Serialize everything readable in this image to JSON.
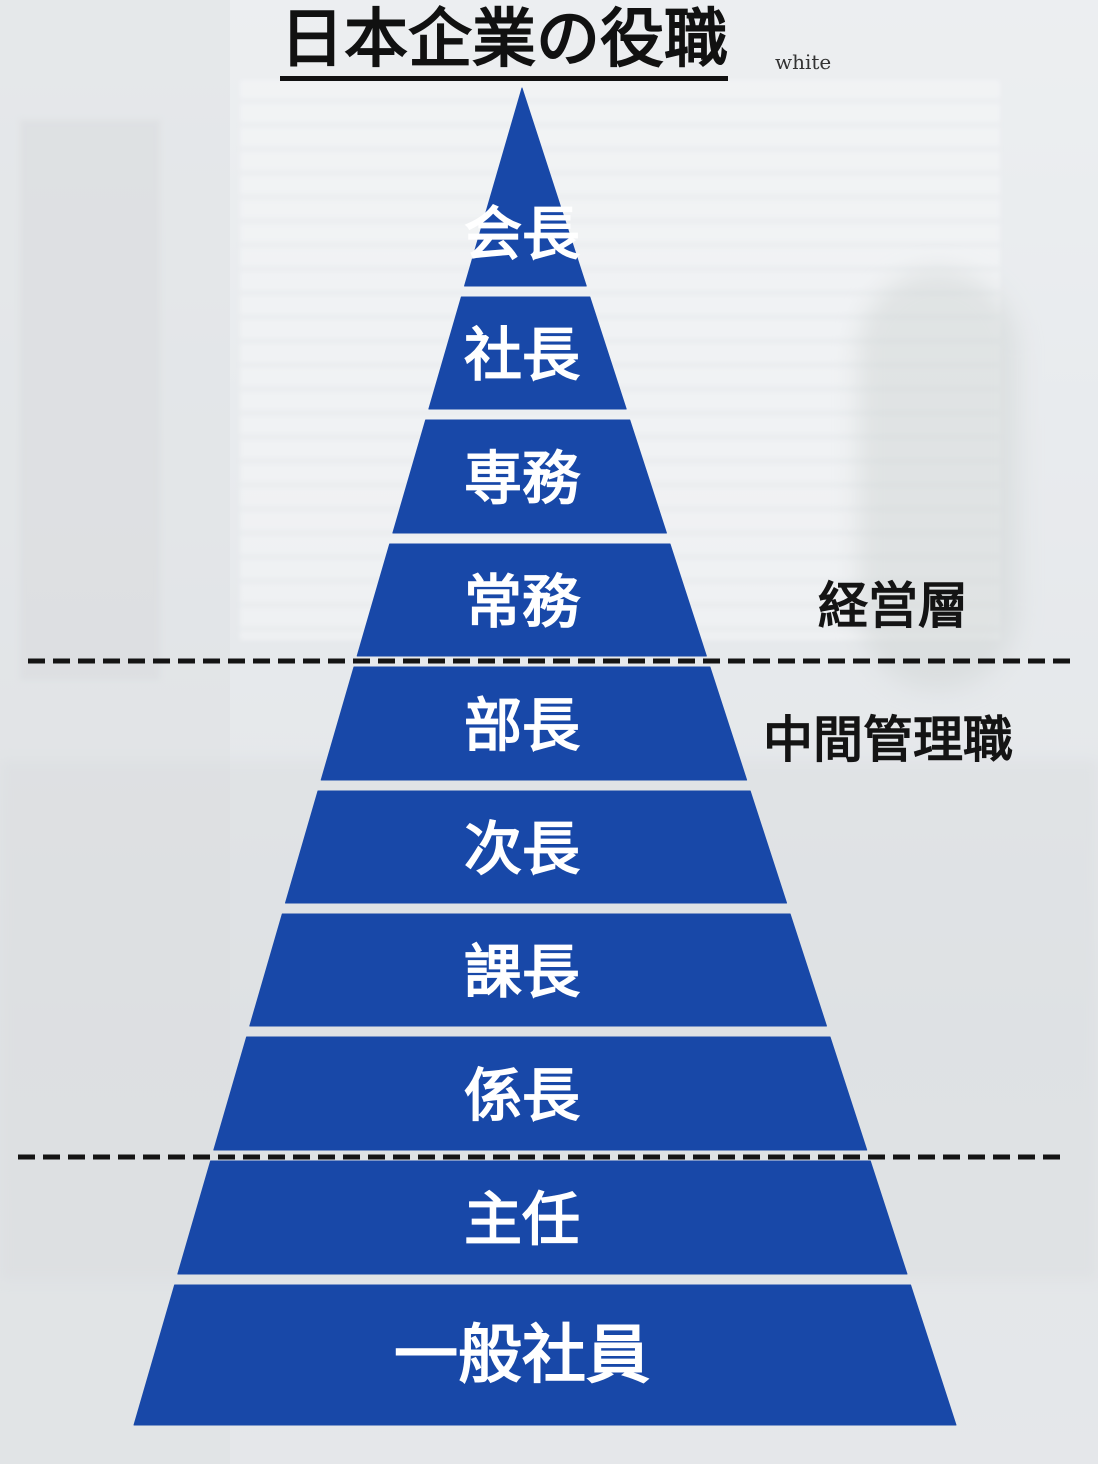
{
  "title": "日本企業の役職",
  "brand": "white",
  "colors": {
    "pyramid": "#1848a8",
    "divider": "#141414",
    "text_on_pyramid": "#ffffff"
  },
  "ranks": [
    "会長",
    "社長",
    "専務",
    "常務",
    "部長",
    "次長",
    "課長",
    "係長",
    "主任",
    "一般社員"
  ],
  "layers": [
    {
      "label": "経営層"
    },
    {
      "label": "中間管理職"
    }
  ]
}
